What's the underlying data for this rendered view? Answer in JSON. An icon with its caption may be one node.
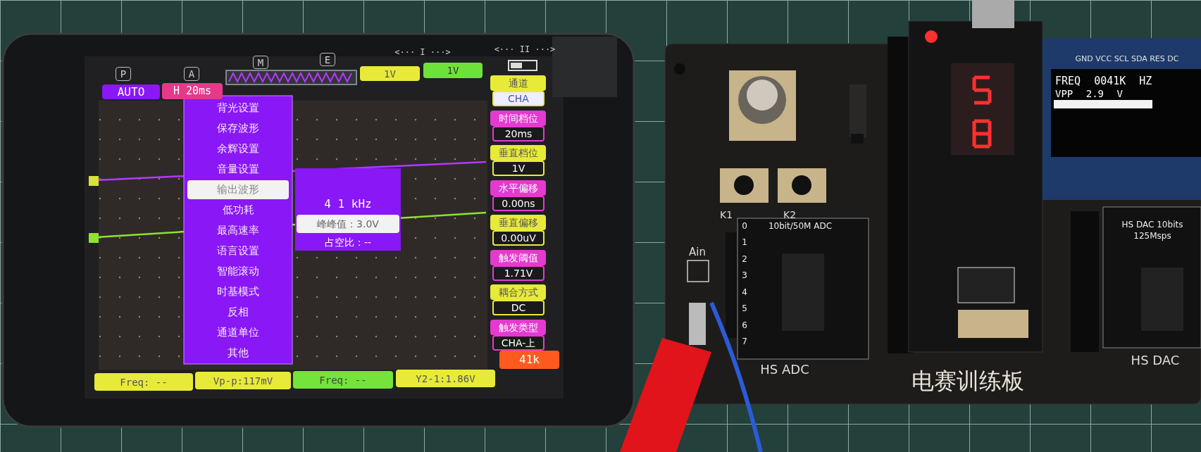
{
  "diagram": {
    "labels": [
      "P",
      "A",
      "M",
      "E",
      "<··· I ···>",
      "<··· II ···>",
      "AUTO",
      "H 20ms",
      "1V",
      "1V",
      "背光设置",
      "保存波形",
      "余辉设置",
      "音量设置",
      "输出波形",
      "低功耗",
      "最高速率",
      "语言设置",
      "智能滚动",
      "时基模式",
      "反相",
      "通道单位",
      "其他",
      "4 1 kHz",
      "峰峰值：3.0V",
      "占空比：--",
      "通道",
      "CHA",
      "时间档位",
      "20ms",
      "垂直档位",
      "1V",
      "水平偏移",
      "0.00ns",
      "垂直偏移",
      "0.00uV",
      "触发阈值",
      "1.71V",
      "耦合方式",
      "DC",
      "触发类型",
      "CHA-上",
      "41k",
      "Freq: --",
      "Vp-p:117mV",
      "Freq: --",
      "Y2-1:1.86V",
      "GND VCC SCL SDA RES DC",
      "FREQ 0041K HZ",
      "VPP 2.9 V",
      "K1",
      "K2",
      "10bit/50M ADC",
      "Ain",
      "0",
      "1",
      "2",
      "3",
      "4",
      "5",
      "6",
      "7",
      "HS DAC 10bits 125Msps",
      "HS ADC",
      "电赛训练板",
      "HS DAC"
    ]
  }
}
